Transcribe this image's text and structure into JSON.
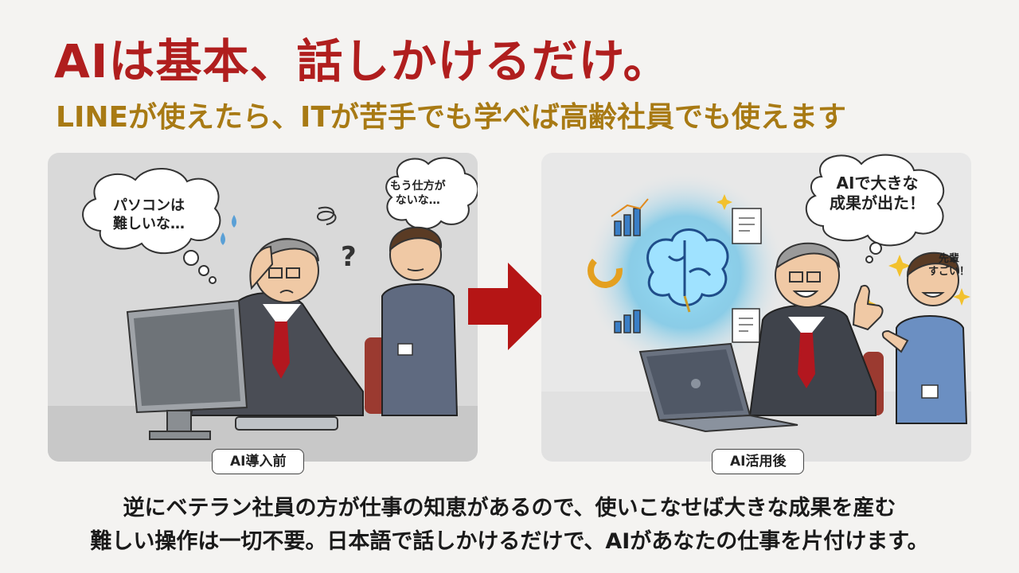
{
  "header": {
    "title": "AIは基本、話しかけるだけ。",
    "subtitle": "LINEが使えたら、ITが苦手でも学べば高齢社員でも使えます"
  },
  "before": {
    "caption": "AI導入前",
    "bubble_elder": "パソコンは\n難しいな…",
    "bubble_young": "もう仕方が\nないな…"
  },
  "after": {
    "caption": "AI活用後",
    "bubble_elder": "AIで大きな\n成果が出た！",
    "bubble_young": "先輩\nすごい！"
  },
  "footer": {
    "line1": "逆にベテラン社員の方が仕事の知恵があるので、使いこなせば大きな成果を産む",
    "line2": "難しい操作は一切不要。日本語で話しかけるだけで、AIがあなたの仕事を片付けます。"
  },
  "colors": {
    "title": "#b01e1e",
    "subtitle": "#a87a14",
    "arrow": "#b51515",
    "glow": "#3fb6e6"
  }
}
